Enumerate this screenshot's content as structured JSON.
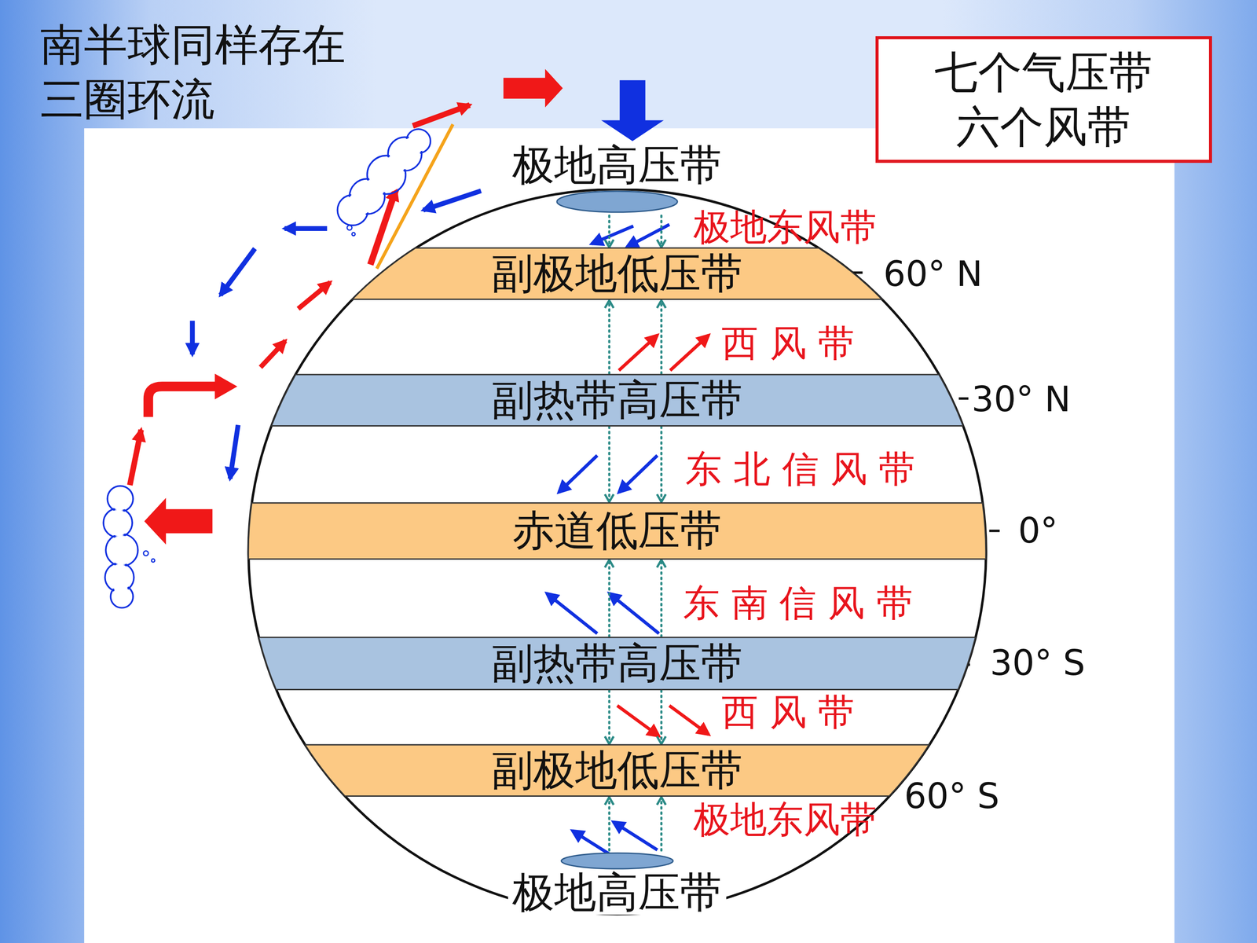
{
  "diagram": {
    "title": "南半球同样存在 三圈环流",
    "nodes": [
      {
        "text": [
          "七个气压带 六个风带"
        ]
      },
      {
        "text": [
          "极地高压带"
        ]
      },
      {
        "text": [
          "副极地低压带"
        ]
      },
      {
        "text": [
          "副热带高压带"
        ]
      },
      {
        "text": [
          "赤道低压带"
        ]
      },
      {
        "text": [
          "副热带高压带"
        ]
      },
      {
        "text": [
          "副极地低压带"
        ]
      },
      {
        "text": [
          "极地高压带"
        ]
      }
    ],
    "edges": [
      {
        "from": 1,
        "to": 2,
        "arrow": "to"
      },
      {
        "from": 1,
        "to": 2,
        "arrow": "to"
      },
      {
        "from": 3,
        "to": 2,
        "arrow": "to"
      },
      {
        "from": 3,
        "to": 2,
        "arrow": "to"
      },
      {
        "from": 3,
        "to": 4,
        "arrow": "to"
      },
      {
        "from": 3,
        "to": 4,
        "arrow": "to"
      },
      {
        "from": 5,
        "to": 4,
        "arrow": "to"
      },
      {
        "from": 5,
        "to": 4,
        "arrow": "to"
      },
      {
        "from": 5,
        "to": 6,
        "arrow": "to"
      },
      {
        "from": 5,
        "to": 6,
        "arrow": "to"
      },
      {
        "from": 7,
        "to": 6,
        "arrow": "to"
      },
      {
        "from": 7,
        "to": 6,
        "arrow": "to"
      }
    ],
    "labels": [
      "极地东风带",
      "60° N",
      "西 风 带",
      "30° N",
      "东 北 信 风 带",
      "0°",
      "东 南 信 风 带",
      "30° S",
      "西 风 带",
      "60° S",
      "极地东风带"
    ]
  }
}
